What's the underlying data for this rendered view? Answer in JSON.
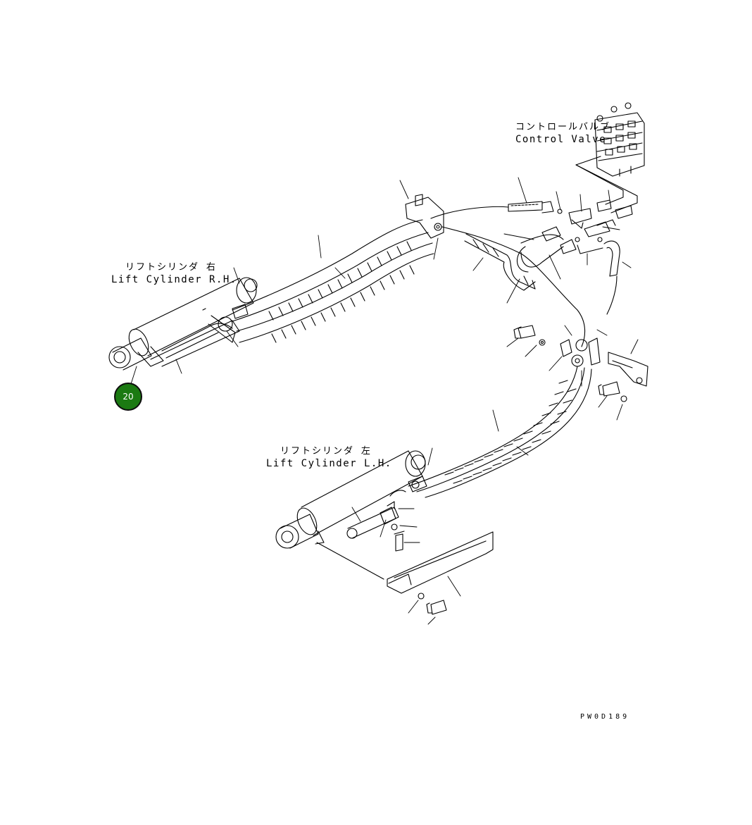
{
  "labels": {
    "control_valve_jp": "コントロールバルブ",
    "control_valve_en": "Control Valve",
    "lift_cyl_rh_jp": "リフトシリンダ 右",
    "lift_cyl_rh_en": "Lift Cylinder R.H.",
    "lift_cyl_lh_jp": "リフトシリンダ 左",
    "lift_cyl_lh_en": "Lift Cylinder L.H."
  },
  "callout": {
    "number": "20",
    "color": "#1b7a12"
  },
  "drawing_code": "PW0D189"
}
